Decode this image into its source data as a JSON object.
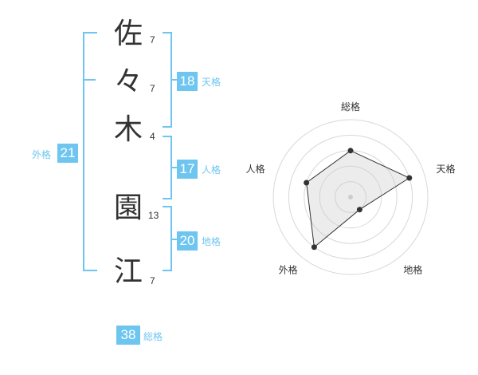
{
  "name": {
    "chars": [
      {
        "char": "佐",
        "strokes": "7"
      },
      {
        "char": "々",
        "strokes": "7"
      },
      {
        "char": "木",
        "strokes": "4"
      },
      {
        "char": "園",
        "strokes": "13"
      },
      {
        "char": "江",
        "strokes": "7"
      }
    ]
  },
  "scores": {
    "tenkaku": {
      "value": "18",
      "label": "天格"
    },
    "jinkaku": {
      "value": "17",
      "label": "人格"
    },
    "chikaku": {
      "value": "20",
      "label": "地格"
    },
    "gaikaku": {
      "value": "21",
      "label": "外格"
    },
    "soukaku": {
      "value": "38",
      "label": "総格"
    }
  },
  "radar": {
    "axes": [
      "総格",
      "天格",
      "地格",
      "外格",
      "人格"
    ],
    "values": [
      3,
      4,
      1,
      4,
      3
    ],
    "max": 5
  },
  "colors": {
    "accent": "#6ec6f0",
    "text": "#333333",
    "grid": "#d8d8d8",
    "fill": "#eeeeee",
    "line": "#333333"
  }
}
